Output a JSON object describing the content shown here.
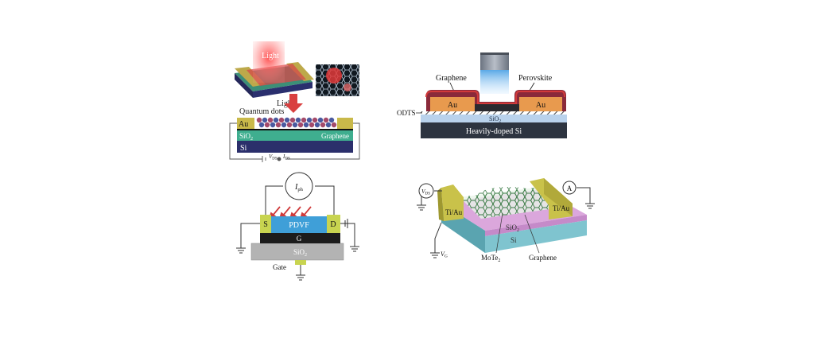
{
  "panel_a": {
    "light_top": "Light",
    "light_bottom": "Light",
    "quantum_dots": "Quantum dots",
    "au": "Au",
    "sio2": "SiO",
    "sio2_sub": "2",
    "graphene": "Graphene",
    "si": "Si",
    "vds": "V",
    "vds_sub": "DS",
    "ids": "I",
    "ids_sub": "DS"
  },
  "panel_b": {
    "graphene": "Graphene",
    "perovskite": "Perovskite",
    "au_left": "Au",
    "au_right": "Au",
    "odts": "ODTS",
    "sio2": "SiO",
    "sio2_sub": "2",
    "substrate": "Heavily-doped Si"
  },
  "panel_c": {
    "iph": "I",
    "iph_sub": "ph",
    "s": "S",
    "pdvf": "PDVF",
    "d": "D",
    "g": "G",
    "sio2": "SiO",
    "sio2_sub": "2",
    "gate": "Gate"
  },
  "panel_d": {
    "vds": "V",
    "vds_sub": "DS",
    "ammeter": "A",
    "tiau_left": "Ti/Au",
    "tiau_right": "Ti/Au",
    "sio2": "SiO",
    "sio2_sub": "2",
    "si": "Si",
    "vg": "V",
    "vg_sub": "G",
    "mote2": "MoTe",
    "mote2_sub": "2",
    "graphene": "Graphene"
  },
  "colors": {
    "au_gold": "#c9b94a",
    "sio2_green": "#3fae8f",
    "si_navy": "#2b2f6b",
    "pdvf_blue": "#3f9fd8",
    "perovskite_red": "#c8323a",
    "au_orange": "#e89a4e",
    "substrate_dark": "#2d3440",
    "arrow_red": "#d03a3a"
  }
}
